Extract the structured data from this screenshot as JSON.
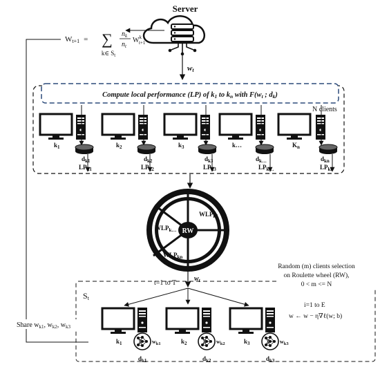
{
  "server": {
    "label": "Server",
    "weight_label": "w",
    "weight_sub": "t"
  },
  "aggregation": {
    "lhs": "W",
    "lhs_sub": "t+1",
    "equals": "=",
    "sum": "∑",
    "sum_under": "k∈ S",
    "sum_under_sub": "t",
    "frac_num": "n",
    "frac_num_sub": "k",
    "frac_den": "n",
    "frac_den_sub": "t",
    "rhs": "W",
    "rhs_sup": "k",
    "rhs_sub": "t+1"
  },
  "compute_box": {
    "title_prefix": "Compute local performance (LP) of k",
    "title_sub1": "1",
    "title_mid": " to k",
    "title_sub2": "n",
    "title_with": " with  F(w",
    "title_w_sub": "t",
    "title_sep": " ; d",
    "title_d_sub": "k",
    "title_end": ")",
    "n_clients": "N clients"
  },
  "clients": [
    {
      "k": "k",
      "k_sub": "1",
      "d": "d",
      "d_sub": "k1",
      "lp": "LP",
      "lp_sub": "k1"
    },
    {
      "k": "k",
      "k_sub": "2",
      "d": "d",
      "d_sub": "k2",
      "lp": "LP",
      "lp_sub": "k2"
    },
    {
      "k": "k",
      "k_sub": "3",
      "d": "d",
      "d_sub": "k3",
      "lp": "LP",
      "lp_sub": "k3"
    },
    {
      "k": "k…",
      "k_sub": "",
      "d": "d",
      "d_sub": "k…",
      "lp": "LP",
      "lp_sub": "k…"
    },
    {
      "k": "K",
      "k_sub": "n",
      "d": "d",
      "d_sub": "kn",
      "lp": "LP",
      "lp_sub": "kn"
    }
  ],
  "wheel": {
    "center": "RW",
    "segments": [
      {
        "label": "WLP",
        "sub": "k1"
      },
      {
        "label": "WLP",
        "sub": "k…"
      },
      {
        "label": "WLP",
        "sub": "kn"
      }
    ],
    "t_range": "t=1 to T",
    "w_label": "w",
    "w_sub": "t"
  },
  "selection": {
    "line1": "Random (m) clients selection",
    "line2": "on Roulette wheel (RW),",
    "line3": "0 < m <= N",
    "loop": "i=1 to E",
    "update": "w ← w − η∇ℓ(w; b)"
  },
  "subset": {
    "label": "S",
    "sub": "t"
  },
  "selected_clients": [
    {
      "k": "k",
      "k_sub": "1",
      "w": "w",
      "w_sub": "k1",
      "d": "d",
      "d_sub": "k1"
    },
    {
      "k": "k",
      "k_sub": "2",
      "w": "w",
      "w_sub": "k2",
      "d": "d",
      "d_sub": "k2"
    },
    {
      "k": "k",
      "k_sub": "3",
      "w": "w",
      "w_sub": "k3",
      "d": "d",
      "d_sub": "k3"
    }
  ],
  "share": {
    "text": "Share w",
    "s1": "k1",
    "sep1": ", w",
    "s2": "k2",
    "sep2": ", w",
    "s3": "k3"
  }
}
